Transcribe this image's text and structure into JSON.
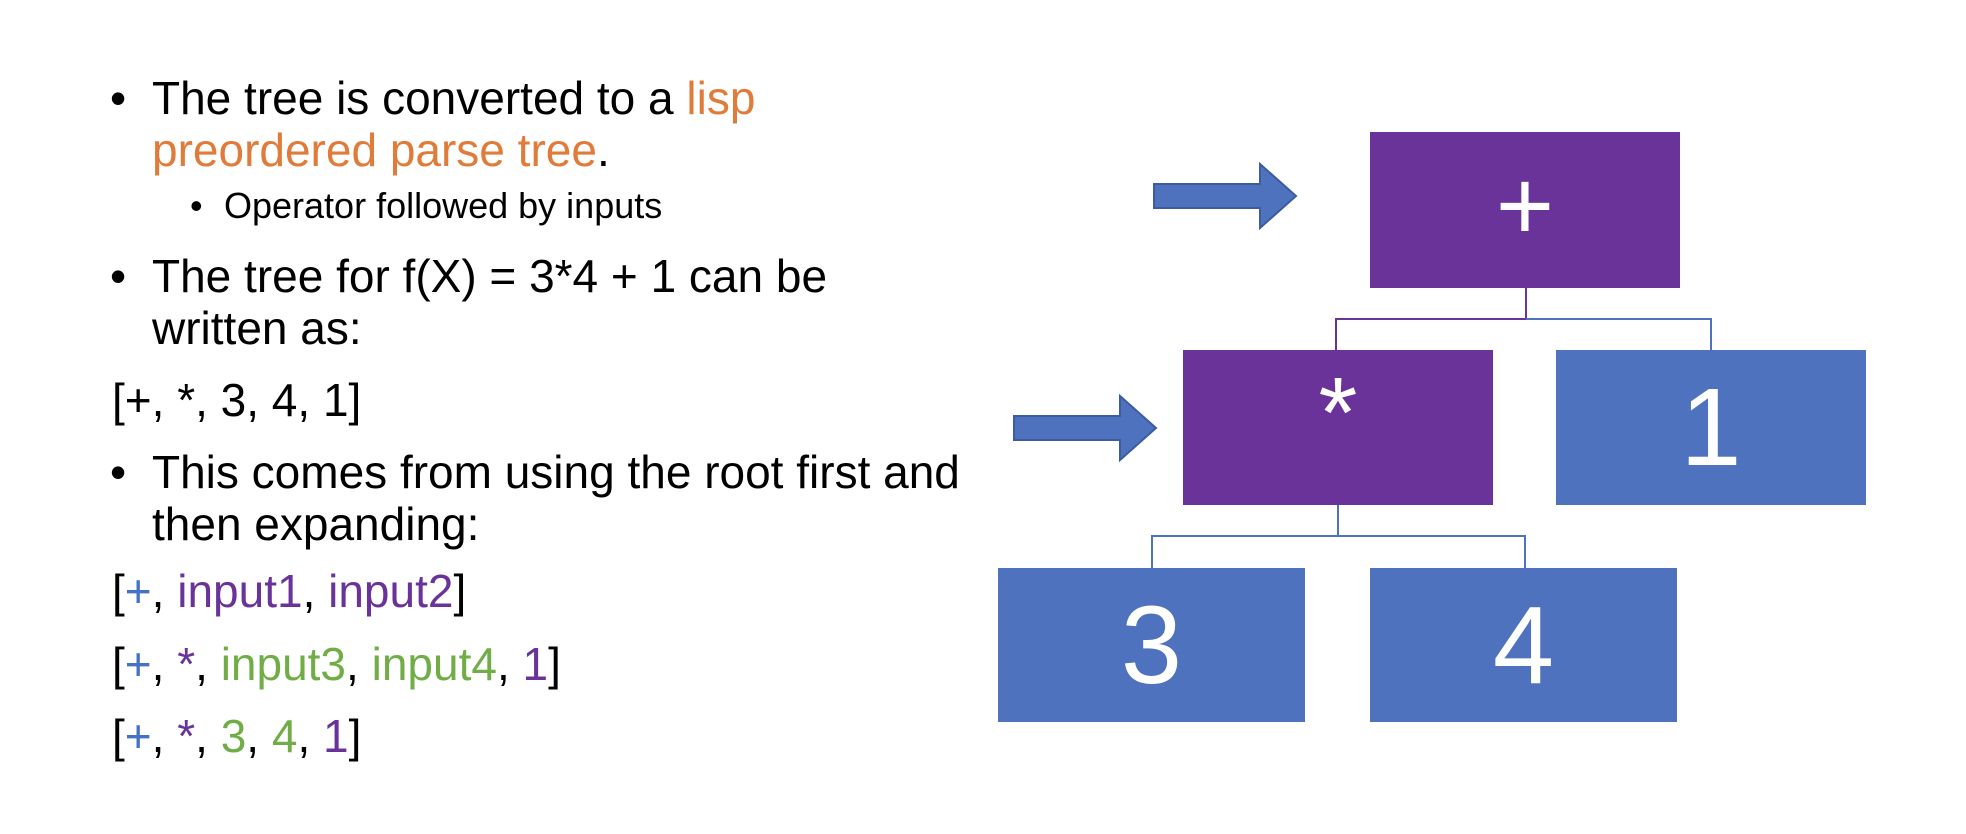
{
  "bullets": {
    "b1_part1": "The tree is converted to a ",
    "b1_highlight": "lisp preordered parse tree",
    "b1_part2": ".",
    "sub1": "Operator followed by inputs",
    "b2": "The tree for f(X) = 3*4 + 1 can be written as:",
    "b3": "This comes from using the root first and then expanding:"
  },
  "plain_line1": "[+, *, 3, 4, 1]",
  "expansion": {
    "line1": {
      "open": "[",
      "plus": "+",
      "sep1": ", ",
      "input1": "input1",
      "sep2": ", ",
      "input2": "input2",
      "close": "]"
    },
    "line2": {
      "open": "[",
      "plus": "+",
      "sep1": ", ",
      "star": "*",
      "sep2": ", ",
      "input3": "input3",
      "sep3": ", ",
      "input4": "input4",
      "sep4": ", ",
      "one": "1",
      "close": "]"
    },
    "line3": {
      "open": "[",
      "plus": "+",
      "sep1": ", ",
      "star": "*",
      "sep2": ", ",
      "three": "3",
      "sep3": ", ",
      "four": "4",
      "sep4": ", ",
      "one": "1",
      "close": "]"
    }
  },
  "tree": {
    "root": "+",
    "mult": "*",
    "one": "1",
    "three": "3",
    "four": "4"
  },
  "colors": {
    "operator_node": "#6A3399",
    "leaf_node": "#4F72BE",
    "arrow": "#4F72BE",
    "highlight_text": "#E07B39",
    "plus_text": "#4472C4",
    "input_purple": "#6A3399",
    "input_green": "#70AD47"
  }
}
